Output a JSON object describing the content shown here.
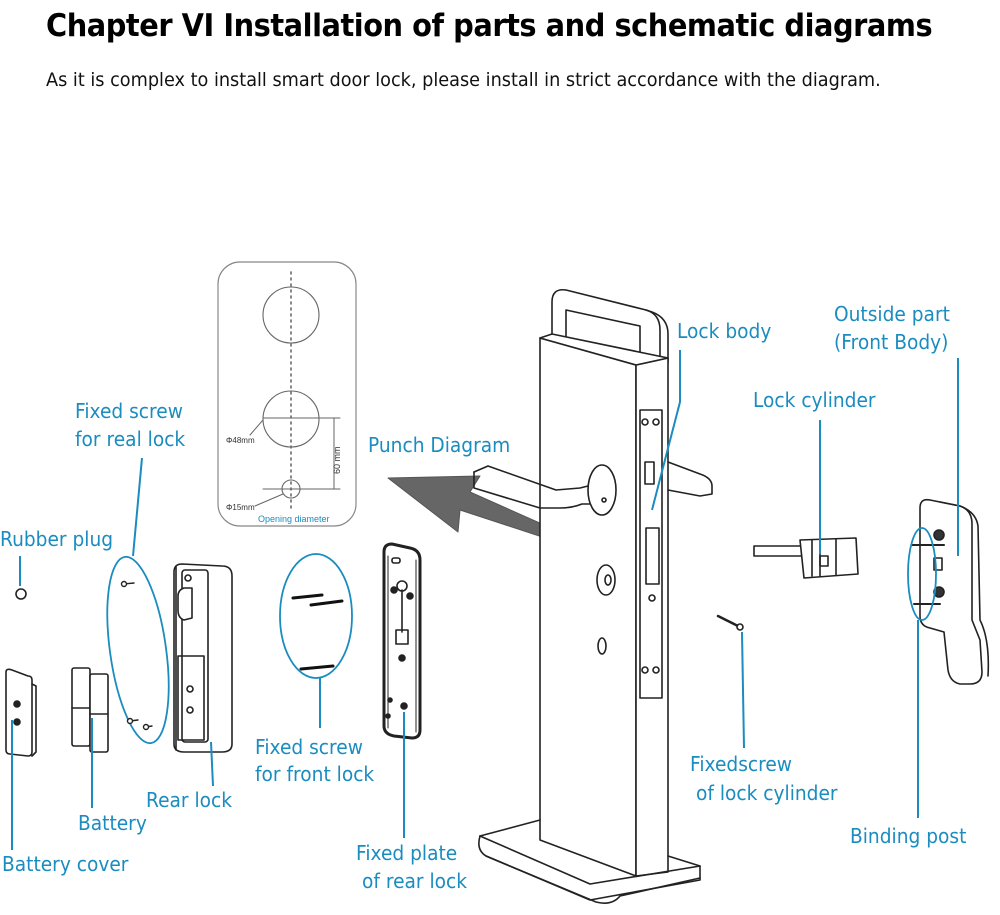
{
  "header": {
    "title": "Chapter VI Installation of parts and schematic diagrams",
    "intro": "As it is complex to install smart door lock, please install in strict accordance with the diagram."
  },
  "punch_diagram": {
    "label": "Punch Diagram",
    "large_hole_diameter": "Φ48mm",
    "small_hole_diameter": "Φ15mm",
    "spacing": "60 mm",
    "caption": "Opening diameter"
  },
  "labels": {
    "fixed_screw_rear_line1": "Fixed screw",
    "fixed_screw_rear_line2": "for real lock",
    "rubber_plug": "Rubber plug",
    "battery_cover": "Battery cover",
    "battery": "Battery",
    "rear_lock": "Rear lock",
    "fixed_screw_front_line1": "Fixed screw",
    "fixed_screw_front_line2": "for front lock",
    "fixed_plate_line1": "Fixed plate",
    "fixed_plate_line2": "of rear lock",
    "lock_body": "Lock body",
    "lock_cylinder": "Lock cylinder",
    "outside_part_line1": "Outside part",
    "outside_part_line2": "(Front Body)",
    "fixedscrew_cyl_line1": "Fixedscrew",
    "fixedscrew_cyl_line2": "of lock cylinder",
    "binding_post": "Binding post"
  },
  "colors": {
    "label": "#1a8cc0",
    "line_art": "#222222",
    "arrow": "#666666"
  }
}
